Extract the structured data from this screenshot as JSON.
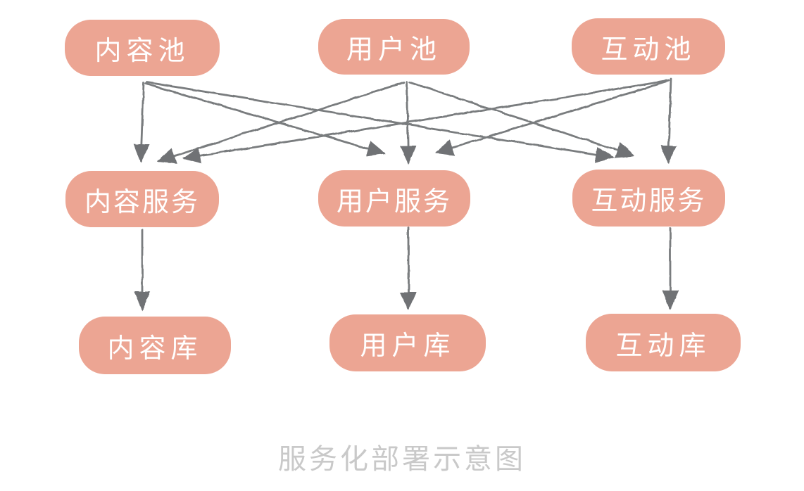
{
  "caption": "服务化部署示意图",
  "colors": {
    "background": "#FFFFFF",
    "node_fill": "#ECA593",
    "node_text": "#FFFFFF",
    "arrow": "#797C7E",
    "arrowhead": "#6F7275",
    "caption_text": "#C9C9C9"
  },
  "nodes": [
    {
      "id": "content-pool",
      "label": "内容池",
      "row": "pool"
    },
    {
      "id": "user-pool",
      "label": "用户池",
      "row": "pool"
    },
    {
      "id": "interaction-pool",
      "label": "互动池",
      "row": "pool"
    },
    {
      "id": "content-service",
      "label": "内容服务",
      "row": "service"
    },
    {
      "id": "user-service",
      "label": "用户服务",
      "row": "service"
    },
    {
      "id": "interaction-service",
      "label": "互动服务",
      "row": "service"
    },
    {
      "id": "content-db",
      "label": "内容库",
      "row": "database"
    },
    {
      "id": "user-db",
      "label": "用户库",
      "row": "database"
    },
    {
      "id": "interaction-db",
      "label": "互动库",
      "row": "database"
    }
  ],
  "edges": [
    {
      "from": "content-pool",
      "to": "content-service"
    },
    {
      "from": "content-pool",
      "to": "user-service"
    },
    {
      "from": "content-pool",
      "to": "interaction-service"
    },
    {
      "from": "user-pool",
      "to": "content-service"
    },
    {
      "from": "user-pool",
      "to": "user-service"
    },
    {
      "from": "user-pool",
      "to": "interaction-service"
    },
    {
      "from": "interaction-pool",
      "to": "content-service"
    },
    {
      "from": "interaction-pool",
      "to": "user-service"
    },
    {
      "from": "interaction-pool",
      "to": "interaction-service"
    },
    {
      "from": "content-service",
      "to": "content-db"
    },
    {
      "from": "user-service",
      "to": "user-db"
    },
    {
      "from": "interaction-service",
      "to": "interaction-db"
    }
  ]
}
